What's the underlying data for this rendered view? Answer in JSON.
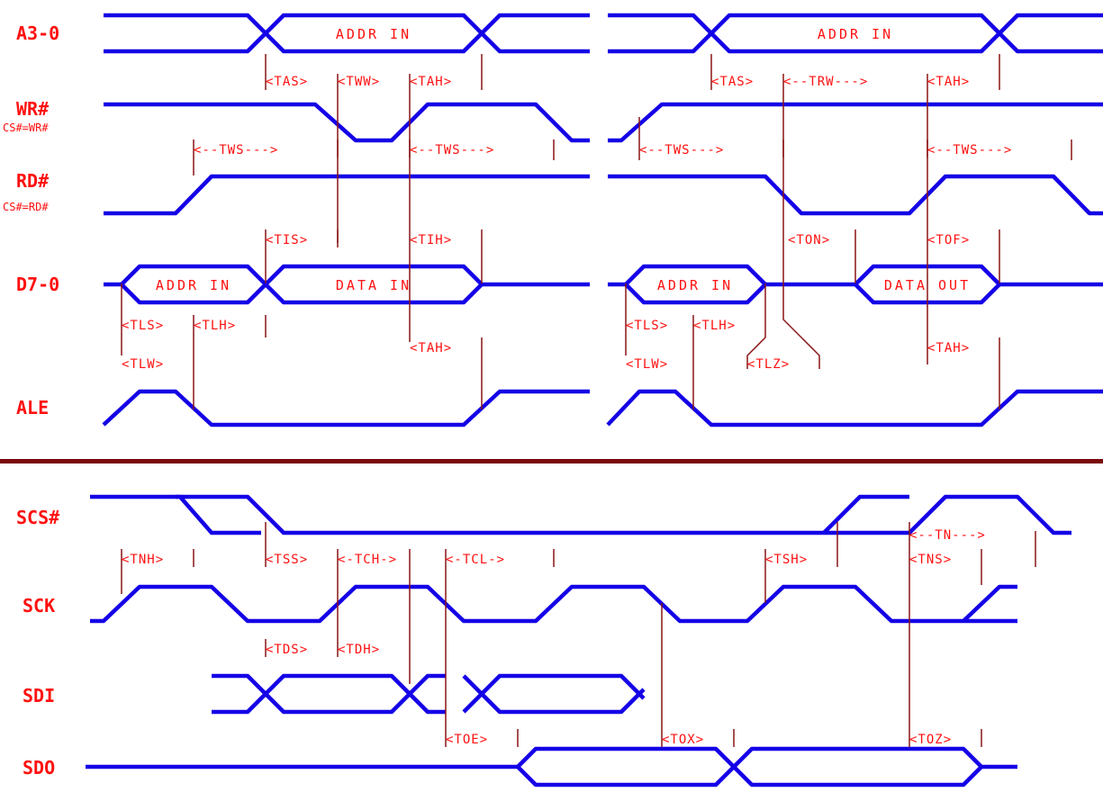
{
  "colors": {
    "signal": "#1400e6",
    "text": "#ff1010",
    "divider": "#7a0a0a",
    "timing": "#8a1515"
  },
  "signal_labels": {
    "a30": "A3-0",
    "wr": "WR#",
    "wr_sub": "CS#=WR#",
    "rd": "RD#",
    "rd_sub": "CS#=RD#",
    "d70": "D7-0",
    "ale": "ALE",
    "scs": "SCS#",
    "sck": "SCK",
    "sdi": "SDI",
    "sdo": "SDO"
  },
  "bus_labels": {
    "addr_in": "ADDR IN",
    "data_in": "DATA IN",
    "data_out": "DATA OUT"
  },
  "timing_labels": {
    "tas": "<TAS>",
    "tww": "<TWW>",
    "tah": "<TAH>",
    "trw": "<--TRW--->",
    "tws": "<--TWS--->",
    "tis": "<TIS>",
    "tih": "<TIH>",
    "ton": "<TON>",
    "tof": "<TOF>",
    "tls": "<TLS>",
    "tlh": "<TLH>",
    "tlz": "<TLZ>",
    "tlw": "<TLW>",
    "tnh": "<TNH>",
    "tss": "<TSS>",
    "tch": "<-TCH->",
    "tcl": "<-TCL->",
    "tsh": "<TSH>",
    "tn": "<--TN--->",
    "tns": "<TNS>",
    "tds": "<TDS>",
    "tdh": "<TDH>",
    "toe": "<TOE>",
    "tox": "<TOX>",
    "toz": "<TOZ>"
  }
}
